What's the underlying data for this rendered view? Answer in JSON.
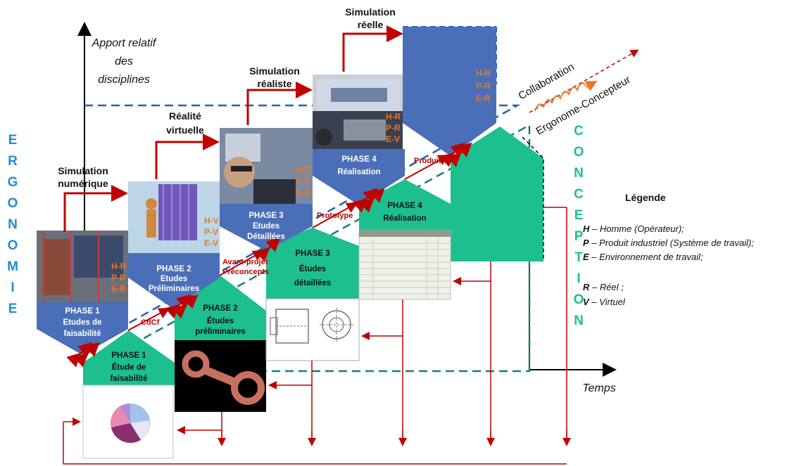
{
  "axes": {
    "y_label": [
      "Apport relatif",
      "des",
      "disciplines"
    ],
    "x_label": "Temps"
  },
  "side_labels": {
    "left": "ERGONOMIE",
    "right": "CONCEPTION"
  },
  "simulations": [
    {
      "lines": [
        "Simulation",
        "numérique"
      ]
    },
    {
      "lines": [
        "Réalité",
        "virtuelle"
      ]
    },
    {
      "lines": [
        "Simulation",
        "réaliste"
      ]
    },
    {
      "lines": [
        "Simulation",
        "réelle"
      ]
    }
  ],
  "ergo_phases": [
    {
      "title": "PHASE 1",
      "lines": [
        "Etudes de",
        "faisabilité"
      ],
      "tags": [
        "H-R",
        "P-R",
        "E-R"
      ]
    },
    {
      "title": "PHASE 2",
      "lines": [
        "Etudes",
        "Préliminaires"
      ],
      "tags": [
        "H-V",
        "P-V",
        "E-V"
      ]
    },
    {
      "title": "PHASE 3",
      "lines": [
        "Etudes",
        "Détaillées"
      ],
      "tags": [
        "H-R",
        "P-V",
        "E-R"
      ]
    },
    {
      "title": "PHASE 4",
      "lines": [
        "Réalisation"
      ],
      "tags": [
        "H-R",
        "P-R",
        "E-V"
      ]
    },
    {
      "tags": [
        "H-R",
        "P-R",
        "E-R"
      ]
    }
  ],
  "conc_phases": [
    {
      "title": "PHASE 1",
      "lines": [
        "Étude de",
        "faisabilité"
      ]
    },
    {
      "title": "PHASE 2",
      "lines": [
        "Études",
        "préliminaires"
      ]
    },
    {
      "title": "PHASE 3",
      "lines": [
        "Études",
        "détaillées"
      ]
    },
    {
      "title": "PHASE 4",
      "lines": [
        "Réalisation"
      ]
    }
  ],
  "milestones": [
    "CdCf",
    "Avant-projet",
    "Préconcepts",
    "Prototype",
    "Produit"
  ],
  "collaboration": [
    "Collaboration",
    "Ergonome-Concepteur"
  ],
  "legend": {
    "title": "Légende",
    "items": [
      {
        "key": "H",
        "text": "Homme (Opérateur);"
      },
      {
        "key": "P",
        "text": "Produit industriel (Système de travail);"
      },
      {
        "key": "E",
        "text": "Environnement de travail;"
      },
      {
        "key": "R",
        "text": "Réel ;"
      },
      {
        "key": "V",
        "text": "Virtuel"
      }
    ]
  },
  "colors": {
    "ergo": "#4a6fb8",
    "conc": "#1dbf8f",
    "arrow": "#c00000",
    "dash_blue": "#1f64b4",
    "dash_teal": "#167f75",
    "tag": "#e8762b"
  }
}
